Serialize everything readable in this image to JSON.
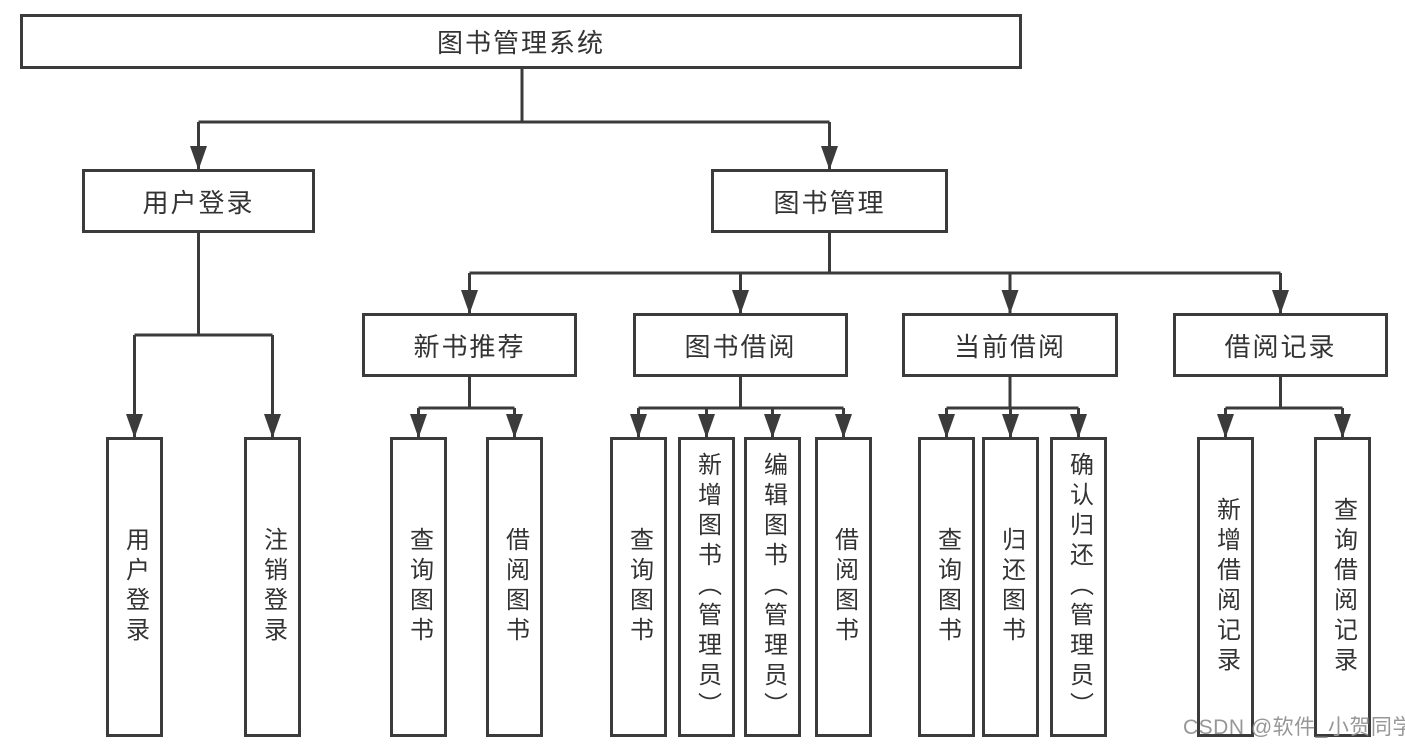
{
  "diagram": {
    "title": {
      "label": "图书管理系统"
    },
    "level2": {
      "user_login": {
        "label": "用户登录"
      },
      "book_management": {
        "label": "图书管理"
      }
    },
    "level3": {
      "new_book_recommendation": {
        "label": "新书推荐"
      },
      "book_borrowing": {
        "label": "图书借阅"
      },
      "current_borrowing": {
        "label": "当前借阅"
      },
      "borrowing_records": {
        "label": "借阅记录"
      }
    },
    "leaves": {
      "login_user_login": {
        "label": "用户登录"
      },
      "login_logout": {
        "label": "注销登录"
      },
      "recommend_query_books": {
        "label": "查询图书"
      },
      "recommend_borrow_books": {
        "label": "借阅图书"
      },
      "borrowing_query_books": {
        "label": "查询图书"
      },
      "borrowing_add_books_admin": {
        "label": "新增图书（管理员）"
      },
      "borrowing_edit_books_admin": {
        "label": "编辑图书（管理员）"
      },
      "borrowing_borrow_books": {
        "label": "借阅图书"
      },
      "current_query_books": {
        "label": "查询图书"
      },
      "current_return_books": {
        "label": "归还图书"
      },
      "current_confirm_return_admin": {
        "label": "确认归还（管理员）"
      },
      "records_add_borrow_record": {
        "label": "新增借阅记录"
      },
      "records_query_borrow_record": {
        "label": "查询借阅记录"
      }
    }
  },
  "watermark": {
    "text": "CSDN @软件_小贺同学"
  },
  "colors": {
    "line": "#3b3b3b",
    "text": "#333333",
    "background": "#ffffff",
    "watermark": "#979797"
  }
}
